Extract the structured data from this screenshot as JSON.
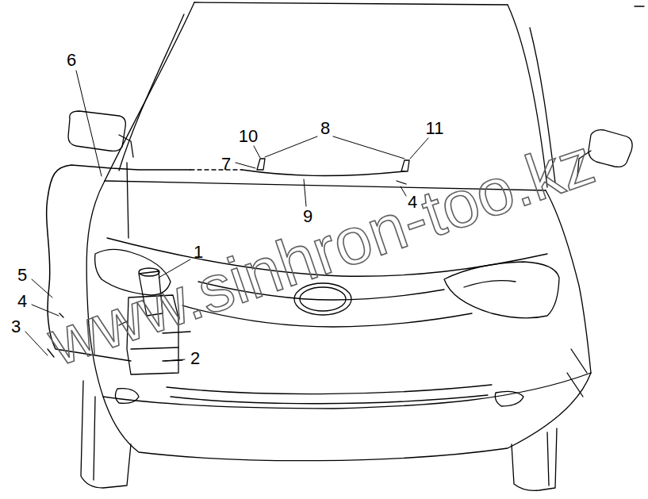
{
  "diagram": {
    "labels": [
      "6",
      "10",
      "8",
      "11",
      "7",
      "9",
      "4",
      "1",
      "5",
      "4",
      "3",
      "2",
      "www.sinhron-too.kz"
    ]
  }
}
